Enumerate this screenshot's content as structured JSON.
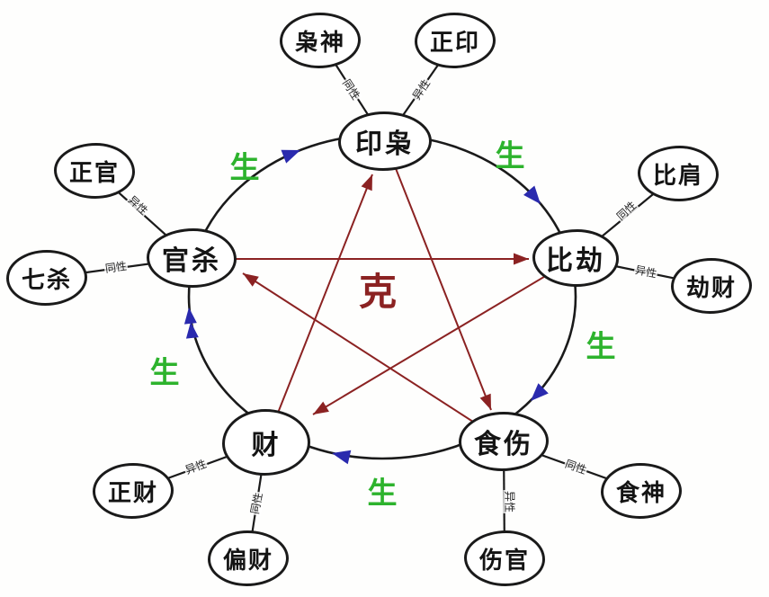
{
  "diagram": {
    "center_label": "克",
    "generate_label": "生",
    "main_nodes": {
      "yinxiao": {
        "label": "印枭"
      },
      "bijie": {
        "label": "比劫"
      },
      "shishang": {
        "label": "食伤"
      },
      "cai": {
        "label": "财"
      },
      "guansha": {
        "label": "官杀"
      }
    },
    "satellites": {
      "xiaoshen": {
        "label": "枭神",
        "relation": "同性"
      },
      "zhengyin": {
        "label": "正印",
        "relation": "异性"
      },
      "bijian": {
        "label": "比肩",
        "relation": "同性"
      },
      "jiecai": {
        "label": "劫财",
        "relation": "异性"
      },
      "shishen": {
        "label": "食神",
        "relation": "同性"
      },
      "shangguan": {
        "label": "伤官",
        "relation": "异性"
      },
      "zhengcai": {
        "label": "正财",
        "relation": "异性"
      },
      "piancai": {
        "label": "偏财",
        "relation": "同性"
      },
      "zhengguan": {
        "label": "正官",
        "relation": "异性"
      },
      "qisha": {
        "label": "七杀",
        "relation": "同性"
      }
    },
    "colors": {
      "generate_green": "#2db32d",
      "destruct_red": "#8b2222",
      "arrow_blue": "#2a2aae",
      "line_black": "#1a1a1a"
    }
  }
}
